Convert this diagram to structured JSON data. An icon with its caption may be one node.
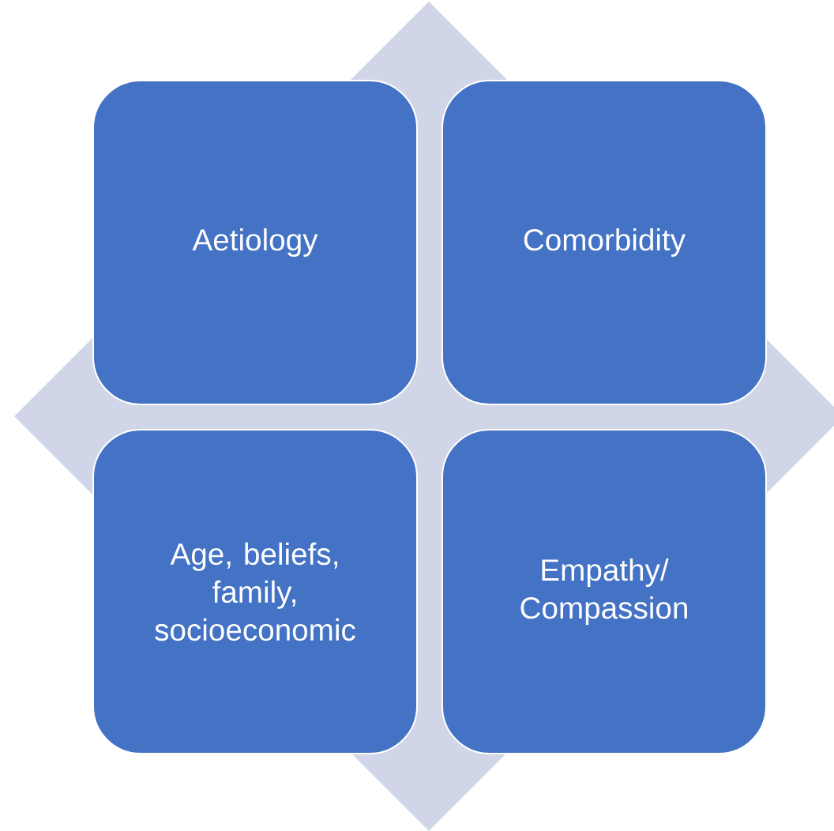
{
  "diagram": {
    "nodes": [
      {
        "text": [
          "Aetiology"
        ]
      },
      {
        "text": [
          "Comorbidity"
        ]
      },
      {
        "text": [
          "Age, beliefs, family, socioeconomic"
        ]
      },
      {
        "text": [
          "Empathy/ Compassion"
        ]
      }
    ]
  }
}
